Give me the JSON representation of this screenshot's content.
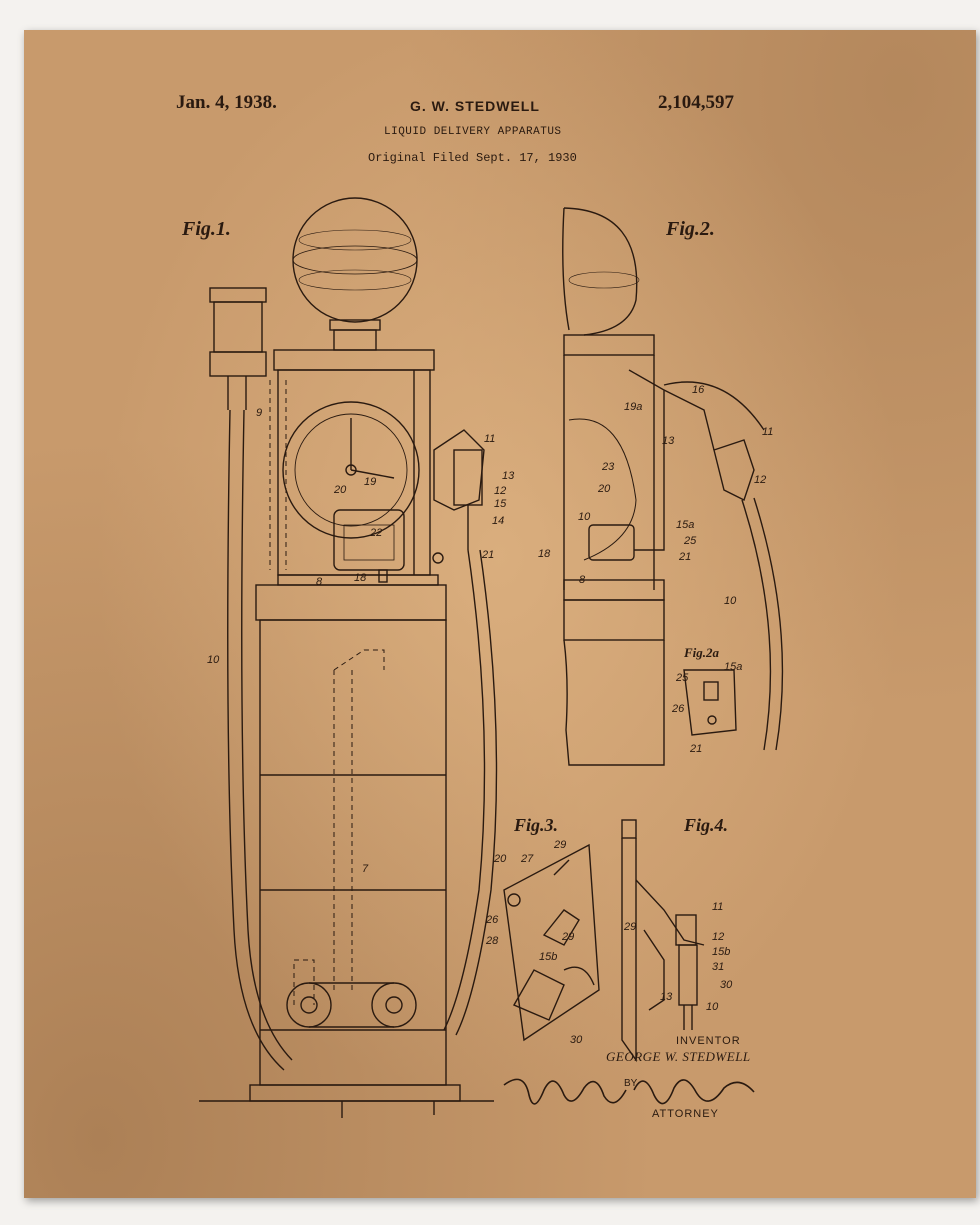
{
  "patent": {
    "date": "Jan. 4, 1938.",
    "inventor_header": "G. W. STEDWELL",
    "number": "2,104,597",
    "title": "LIQUID DELIVERY APPARATUS",
    "filed": "Original Filed Sept. 17, 1930"
  },
  "figures": {
    "fig1": "Fig.1.",
    "fig2": "Fig.2.",
    "fig2a": "Fig.2a",
    "fig3": "Fig.3.",
    "fig4": "Fig.4."
  },
  "signature": {
    "inventor_label": "INVENTOR",
    "inventor_name": "GEORGE W. STEDWELL",
    "by": "BY",
    "attorney_label": "ATTORNEY"
  },
  "reference_numerals": {
    "n9": "9",
    "n10a": "10",
    "n11": "11",
    "n13": "13",
    "n12": "12",
    "n15": "15",
    "n14": "14",
    "n21": "21",
    "n22": "22",
    "n8": "8",
    "n18": "18",
    "n20": "20",
    "n19": "19",
    "n7": "7",
    "n16": "16",
    "n19a": "19a",
    "n23": "23",
    "n15a": "15a",
    "n25": "25",
    "n26": "26",
    "n29": "29",
    "n27": "27",
    "n28": "28",
    "n15b": "15b",
    "n30": "30",
    "n31": "31"
  },
  "colors": {
    "paper": "#c89a6c",
    "ink": "#2a1a10",
    "frame": "#f4f2ef"
  }
}
